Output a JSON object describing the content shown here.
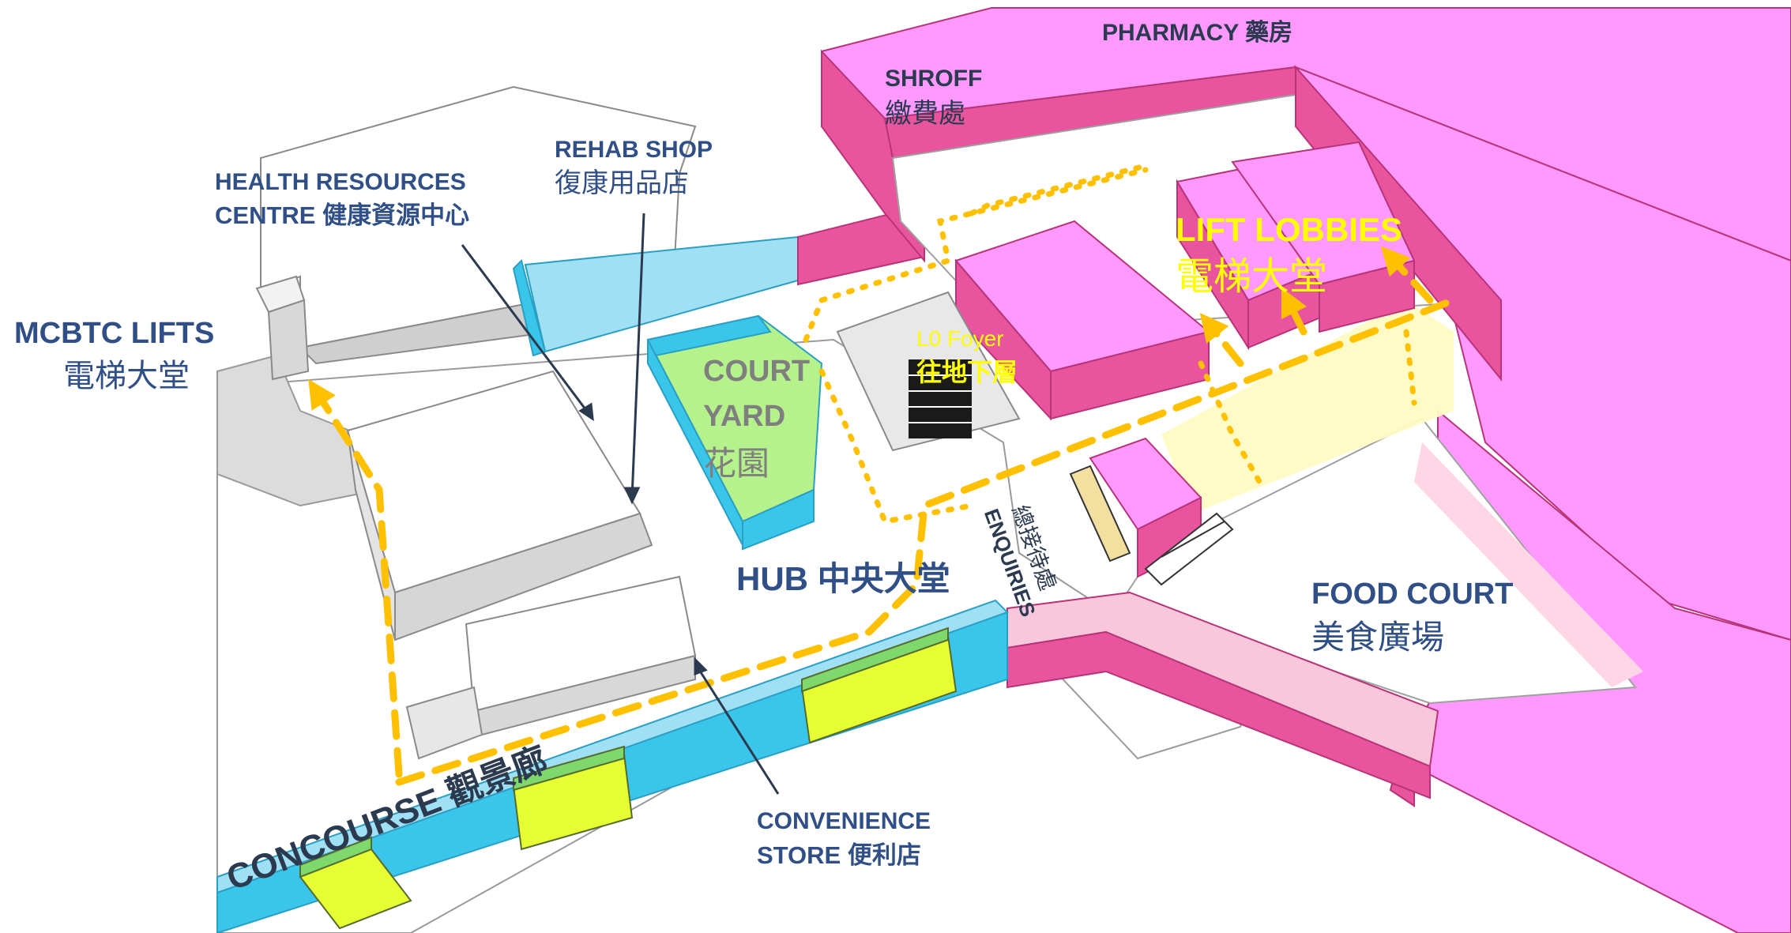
{
  "labels": {
    "pharmacy": "PHARMACY 藥房",
    "shroff_en": "SHROFF",
    "shroff_zh": "繳費處",
    "rehab_en": "REHAB SHOP",
    "rehab_zh": "復康用品店",
    "health_en": "HEALTH RESOURCES",
    "health_zh": "CENTRE 健康資源中心",
    "mcbtc_en": "MCBTC LIFTS",
    "mcbtc_zh": "電梯大堂",
    "lift_en": "LIFT LOBBIES",
    "lift_zh": "電梯大堂",
    "foyer_en": "L0 Foyer",
    "foyer_zh": "往地下層",
    "court_1": "COURT",
    "court_2": "YARD",
    "court_3": "花園",
    "enquiries_en": "ENQUIRIES",
    "enquiries_zh": "總接待處",
    "hub": "HUB 中央大堂",
    "food_en": "FOOD COURT",
    "food_zh": "美食廣場",
    "concourse": "CONCOURSE 觀景廊",
    "conv_en": "CONVENIENCE",
    "conv_zh": "STORE 便利店"
  },
  "colors": {
    "magenta_top": "#ff99ff",
    "magenta_side": "#e8559e",
    "cyan": "#39c6ea",
    "light_cyan": "#9fe0f5",
    "court_green": "#b6f28c",
    "route_orange": "#ffc000",
    "label_navy": "#2f4f86",
    "label_yellow": "#ffff00"
  }
}
